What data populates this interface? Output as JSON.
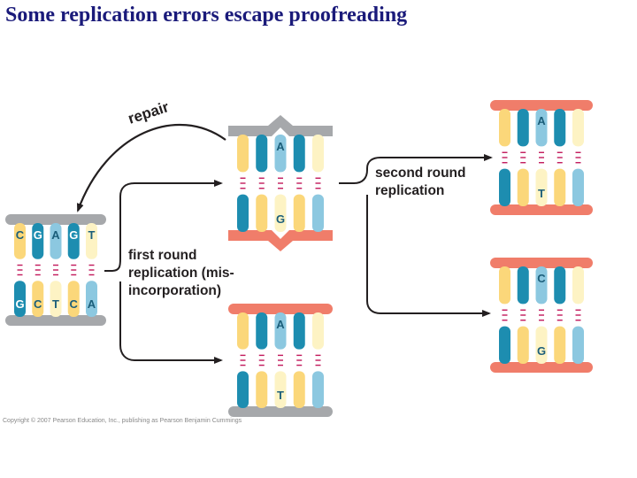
{
  "title": "Some replication errors escape proofreading",
  "labels": {
    "repair": "repair",
    "first_round": [
      "first round",
      "replication (mis-",
      "incorporation)"
    ],
    "second_round": [
      "second round",
      "replication"
    ]
  },
  "copyright": "Copyright © 2007 Pearson Education, Inc., publishing as Pearson Benjamin Cummings",
  "colors": {
    "title": "#1a1a7a",
    "strand_gray": "#a6a8ab",
    "strand_salmon": "#f07d6a",
    "bar_yellow": "#fbd77a",
    "bar_teal": "#1d8db0",
    "bar_lightblue": "#8cc8e0",
    "bar_cream": "#fdf3c4",
    "base_letter": "#1b5e7a",
    "arrow": "#231f20"
  },
  "duplexes": [
    {
      "id": "original",
      "top_strand": "gray",
      "bottom_strand": "gray",
      "top_letters": [
        "C",
        "G",
        "A",
        "G",
        "T"
      ],
      "bottom_letters": [
        "G",
        "C",
        "T",
        "C",
        "A"
      ]
    },
    {
      "id": "mismatch",
      "top_strand": "gray",
      "bottom_strand": "salmon",
      "top_letters": [
        "",
        "",
        "A",
        "",
        ""
      ],
      "bottom_letters": [
        "",
        "",
        "G",
        "",
        ""
      ]
    },
    {
      "id": "first-lower",
      "top_strand": "salmon",
      "bottom_strand": "gray",
      "top_letters": [
        "",
        "",
        "A",
        "",
        ""
      ],
      "bottom_letters": [
        "",
        "",
        "T",
        "",
        ""
      ]
    },
    {
      "id": "second-top",
      "top_strand": "salmon",
      "bottom_strand": "salmon",
      "top_letters": [
        "",
        "",
        "A",
        "",
        ""
      ],
      "bottom_letters": [
        "",
        "",
        "T",
        "",
        ""
      ]
    },
    {
      "id": "second-bottom",
      "top_strand": "salmon",
      "bottom_strand": "salmon",
      "top_letters": [
        "",
        "",
        "C",
        "",
        ""
      ],
      "bottom_letters": [
        "",
        "",
        "G",
        "",
        ""
      ]
    }
  ]
}
